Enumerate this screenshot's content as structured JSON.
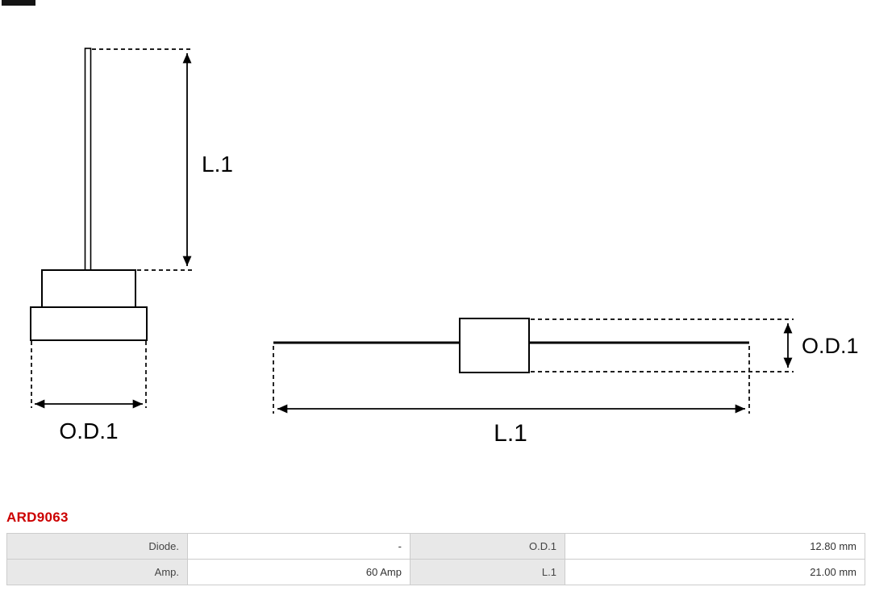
{
  "corner_mark": {
    "color": "#141414"
  },
  "diagram": {
    "line_color": "#000000",
    "vertical_view": {
      "length_label": "L.1",
      "diameter_label": "O.D.1"
    },
    "horizontal_view": {
      "diameter_label": "O.D.1",
      "length_label": "L.1"
    }
  },
  "product": {
    "code": "ARD9063",
    "code_color": "#cc0000"
  },
  "spec_table": {
    "label_bg": "#e8e8e8",
    "value_bg": "#ffffff",
    "border_color": "#cccccc",
    "text_color": "#333333",
    "rows": [
      {
        "param_label": "Diode.",
        "param_value": "-",
        "dim_label": "O.D.1",
        "dim_value": "12.80 mm"
      },
      {
        "param_label": "Amp.",
        "param_value": "60 Amp",
        "dim_label": "L.1",
        "dim_value": "21.00 mm"
      }
    ]
  }
}
